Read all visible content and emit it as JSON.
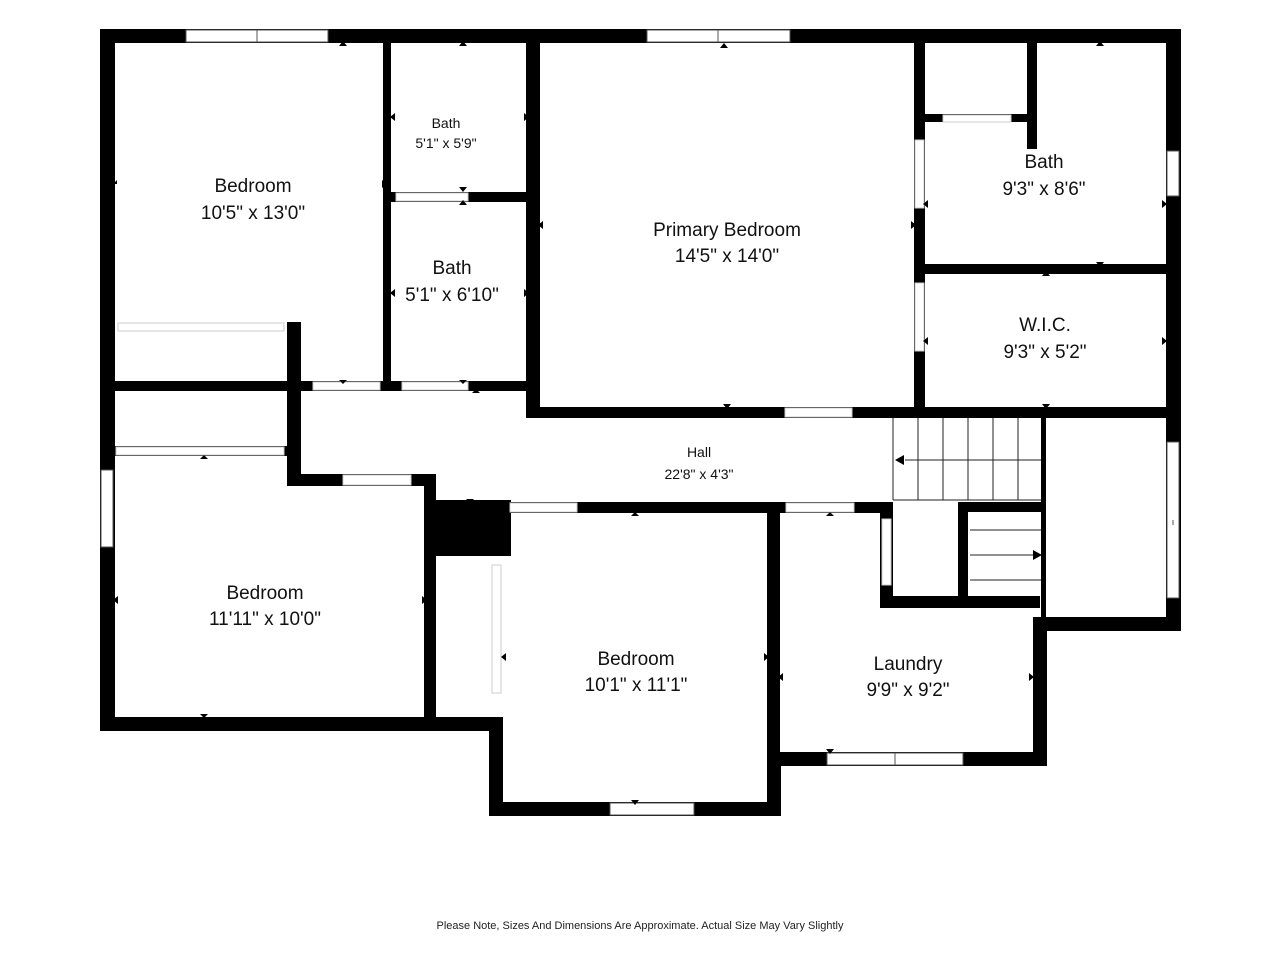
{
  "rooms": {
    "bedroom_nw": {
      "name": "Bedroom",
      "dims": "10'5\" x 13'0\""
    },
    "bath_small": {
      "name": "Bath",
      "dims": "5'1\" x 5'9\""
    },
    "bath_mid": {
      "name": "Bath",
      "dims": "5'1\" x 6'10\""
    },
    "primary_bedroom": {
      "name": "Primary Bedroom",
      "dims": "14'5\" x 14'0\""
    },
    "bath_ne": {
      "name": "Bath",
      "dims": "9'3\" x 8'6\""
    },
    "wic": {
      "name": "W.I.C.",
      "dims": "9'3\" x 5'2\""
    },
    "hall": {
      "name": "Hall",
      "dims": "22'8\" x 4'3\""
    },
    "bedroom_sw": {
      "name": "Bedroom",
      "dims": "11'11\" x 10'0\""
    },
    "bedroom_s": {
      "name": "Bedroom",
      "dims": "10'1\" x 11'1\""
    },
    "laundry": {
      "name": "Laundry",
      "dims": "9'9\" x 9'2\""
    }
  },
  "footer_note": "Please Note, Sizes And Dimensions Are Approximate. Actual Size May Vary Slightly"
}
